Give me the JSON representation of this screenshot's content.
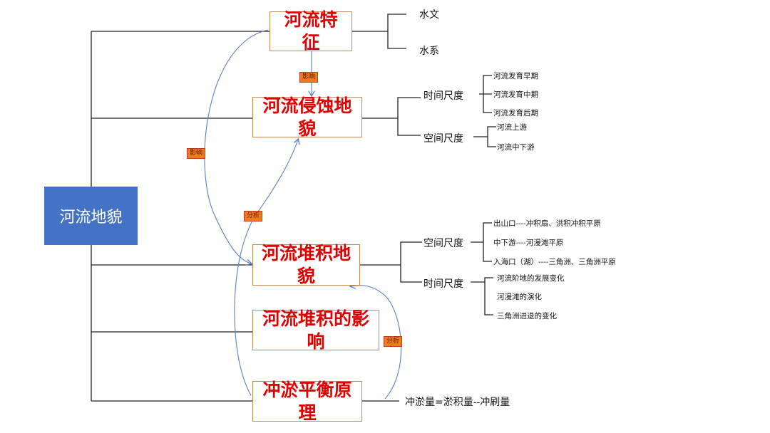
{
  "root": "河流地貌",
  "topics": [
    {
      "line1": "河流特",
      "line2": "征"
    },
    {
      "line1": "河流侵蚀地",
      "line2": "貌"
    },
    {
      "line1": "河流堆积地",
      "line2": "貌"
    },
    {
      "line1": "河流堆积的影",
      "line2": "响"
    },
    {
      "line1": "冲淤平衡原",
      "line2": "理"
    }
  ],
  "features": [
    "水文",
    "水系"
  ],
  "erosion": {
    "time": "时间尺度",
    "time_items": [
      "河流发育早期",
      "河流发育中期",
      "河流发育后期"
    ],
    "space": "空间尺度",
    "space_items": [
      "河流上游",
      "河流中下游"
    ]
  },
  "deposition": {
    "space": "空间尺度",
    "space_items": [
      "出山口----冲积扇、洪积冲积平原",
      "中下游----河漫滩平原",
      "入海口（湖）----三角洲、三角洲平原"
    ],
    "time": "时间尺度",
    "time_items": [
      "河流阶地的发展变化",
      "河漫滩的演化",
      "三角洲进退的变化"
    ]
  },
  "formula": "冲淤量=淤积量--冲刷量",
  "tags": {
    "influence1": "影响",
    "influence2": "影响",
    "analysis1": "分析",
    "analysis2": "分析"
  },
  "colors": {
    "root_bg": "#4472c4",
    "topic_text": "#e00000",
    "tag_bg": "#f07a1e",
    "arrow": "#5b7fbf"
  }
}
